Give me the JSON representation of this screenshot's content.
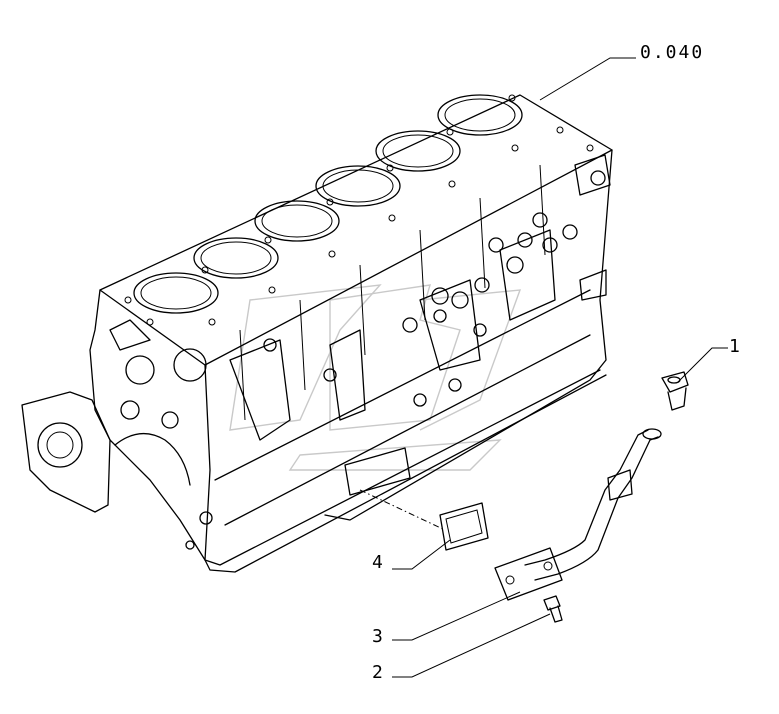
{
  "reference": {
    "label": "0.040"
  },
  "callouts": [
    {
      "id": "1",
      "label": "1"
    },
    {
      "id": "2",
      "label": "2"
    },
    {
      "id": "3",
      "label": "3"
    },
    {
      "id": "4",
      "label": "4"
    }
  ],
  "colors": {
    "line": "#000000",
    "background": "#ffffff",
    "watermark": "#c9c9c9"
  }
}
